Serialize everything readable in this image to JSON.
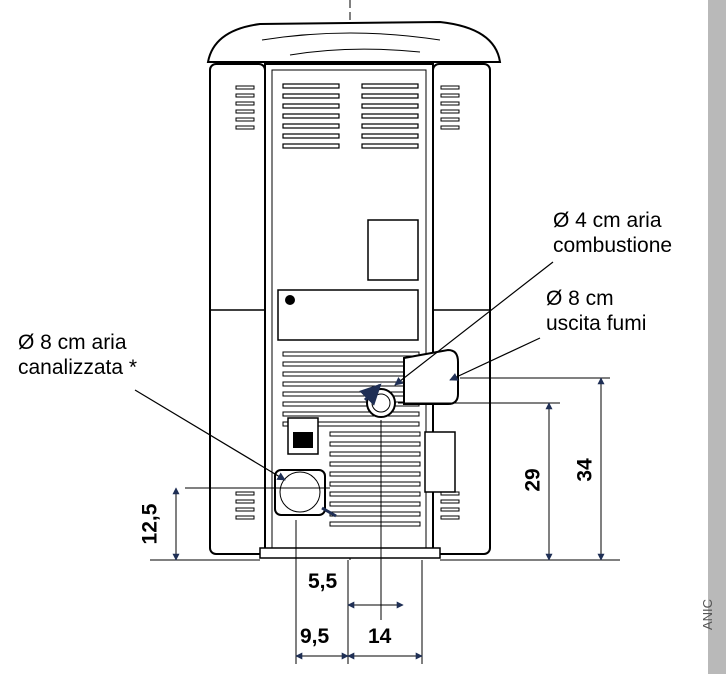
{
  "labels": {
    "air_combustion_line1": "Ø 4 cm aria",
    "air_combustion_line2": "combustione",
    "flue_line1": "Ø 8 cm",
    "flue_line2": "uscita fumi",
    "ducted_line1": "Ø 8 cm aria",
    "ducted_line2": "canalizzata *"
  },
  "dimensions": {
    "h_ducted": "12,5",
    "h_combustion": "29",
    "h_flue": "34",
    "offset_center": "5,5",
    "width_left": "9,5",
    "width_right": "14"
  },
  "sidebar": {
    "text": "ANIC"
  },
  "colors": {
    "line": "#000000",
    "arrow": "#1f2f55",
    "sidebar": "#b9b9b9"
  }
}
